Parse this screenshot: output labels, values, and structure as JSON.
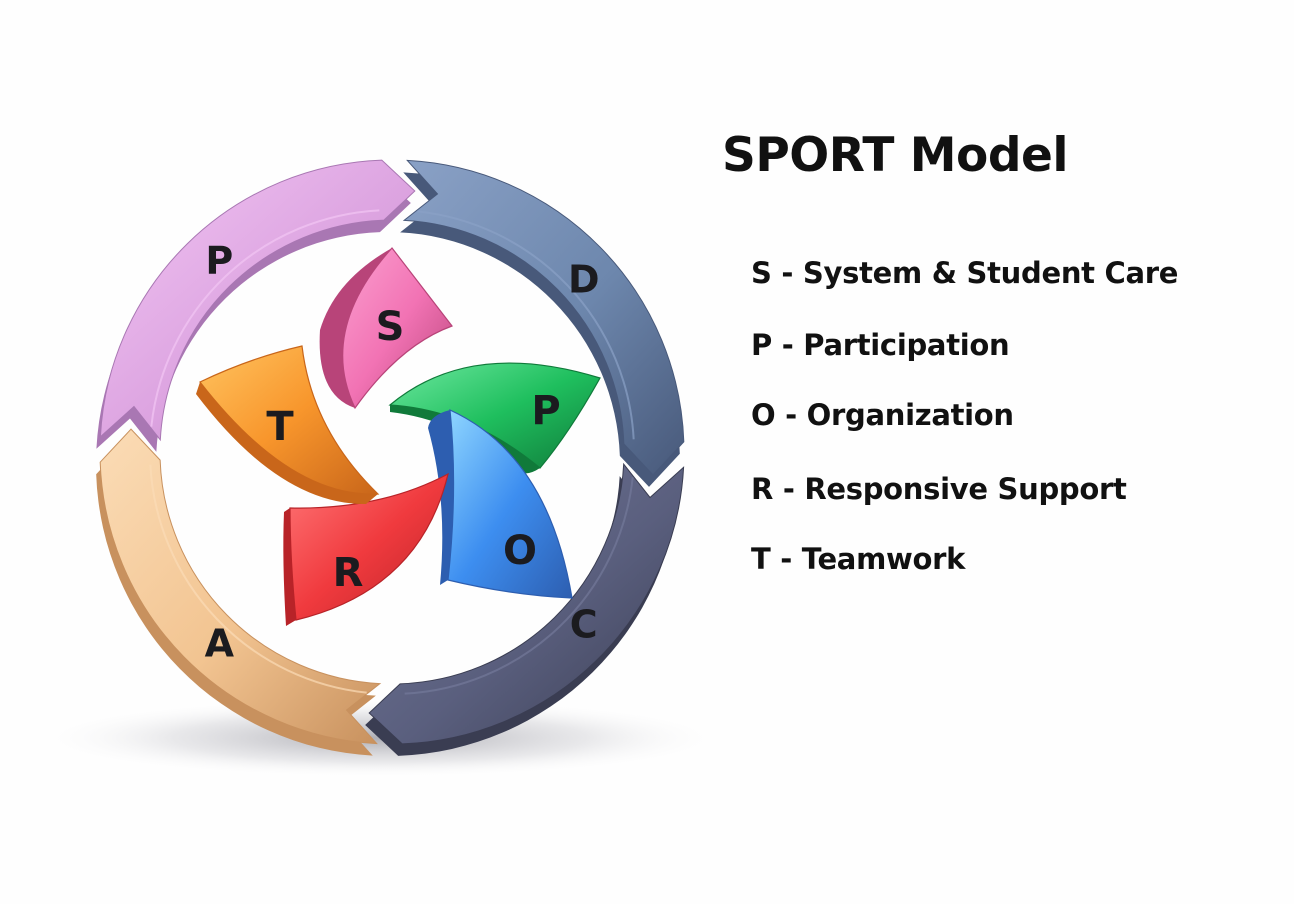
{
  "title": "SPORT Model",
  "outer_ring": [
    {
      "letter": "P",
      "color": "#dca3e0",
      "shade": "#a977b3",
      "light": "#f2c6f4",
      "name": "outer-segment-p"
    },
    {
      "letter": "D",
      "color": "#6d87ad",
      "shade": "#48597a",
      "light": "#8aa1c6",
      "name": "outer-segment-d"
    },
    {
      "letter": "C",
      "color": "#5a5f7e",
      "shade": "#3a3d52",
      "light": "#74799a",
      "name": "outer-segment-c"
    },
    {
      "letter": "A",
      "color": "#f2c491",
      "shade": "#c8915e",
      "light": "#fbdcb6",
      "name": "outer-segment-a"
    }
  ],
  "inner_pieces": [
    {
      "letter": "S",
      "color": "#f273b4",
      "shade": "#b84479",
      "light": "#fb9fcf",
      "name": "inner-piece-s"
    },
    {
      "letter": "P",
      "color": "#1fbf5e",
      "shade": "#107a3a",
      "light": "#6ee8a0",
      "name": "inner-piece-p"
    },
    {
      "letter": "O",
      "color": "#3d8ef0",
      "shade": "#2d5eb0",
      "light": "#8fd6ff",
      "name": "inner-piece-o"
    },
    {
      "letter": "R",
      "color": "#f03a3e",
      "shade": "#b82328",
      "light": "#ff7576",
      "name": "inner-piece-r"
    },
    {
      "letter": "T",
      "color": "#f8962c",
      "shade": "#c9661a",
      "light": "#ffc460",
      "name": "inner-piece-t"
    }
  ],
  "legend": [
    {
      "letter": "S",
      "text": "S - System & Student Care"
    },
    {
      "letter": "P",
      "text": "P - Participation"
    },
    {
      "letter": "O",
      "text": "O - Organization"
    },
    {
      "letter": "R",
      "text": "R - Responsive Support"
    },
    {
      "letter": "T",
      "text": "T - Teamwork"
    }
  ]
}
